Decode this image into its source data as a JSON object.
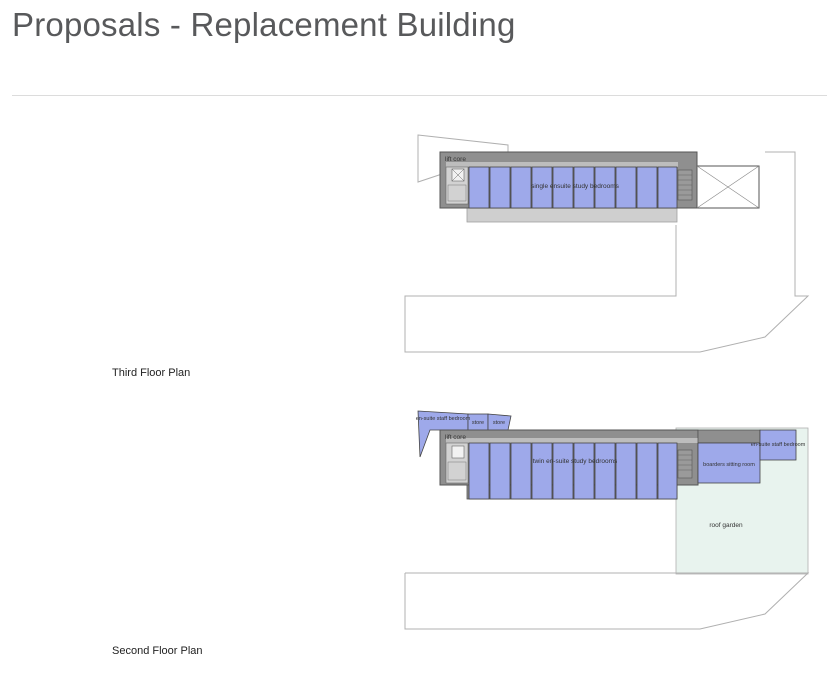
{
  "page": {
    "title": "Proposals - Replacement Building"
  },
  "third_floor": {
    "caption": "Third Floor Plan",
    "labels": {
      "lift_core": "lift core",
      "bedrooms": "single ensuite study bedrooms"
    }
  },
  "second_floor": {
    "caption": "Second Floor Plan",
    "labels": {
      "staff_bedroom_left": "en-suite staff bedroom",
      "store_1": "store",
      "store_2": "store",
      "lift_core": "lift core",
      "bedrooms": "twin en-suite study bedrooms",
      "sitting_room": "boarders sitting room",
      "staff_bedroom_right": "en-suite staff bedroom",
      "roof_garden": "roof garden"
    }
  },
  "colors": {
    "room_blue": "#9ea9ea",
    "wall_grey": "#8c8c8c",
    "corridor_grey": "#bdbdbd",
    "garden_green": "#e8f3ee",
    "outline": "#a8a8a8"
  }
}
